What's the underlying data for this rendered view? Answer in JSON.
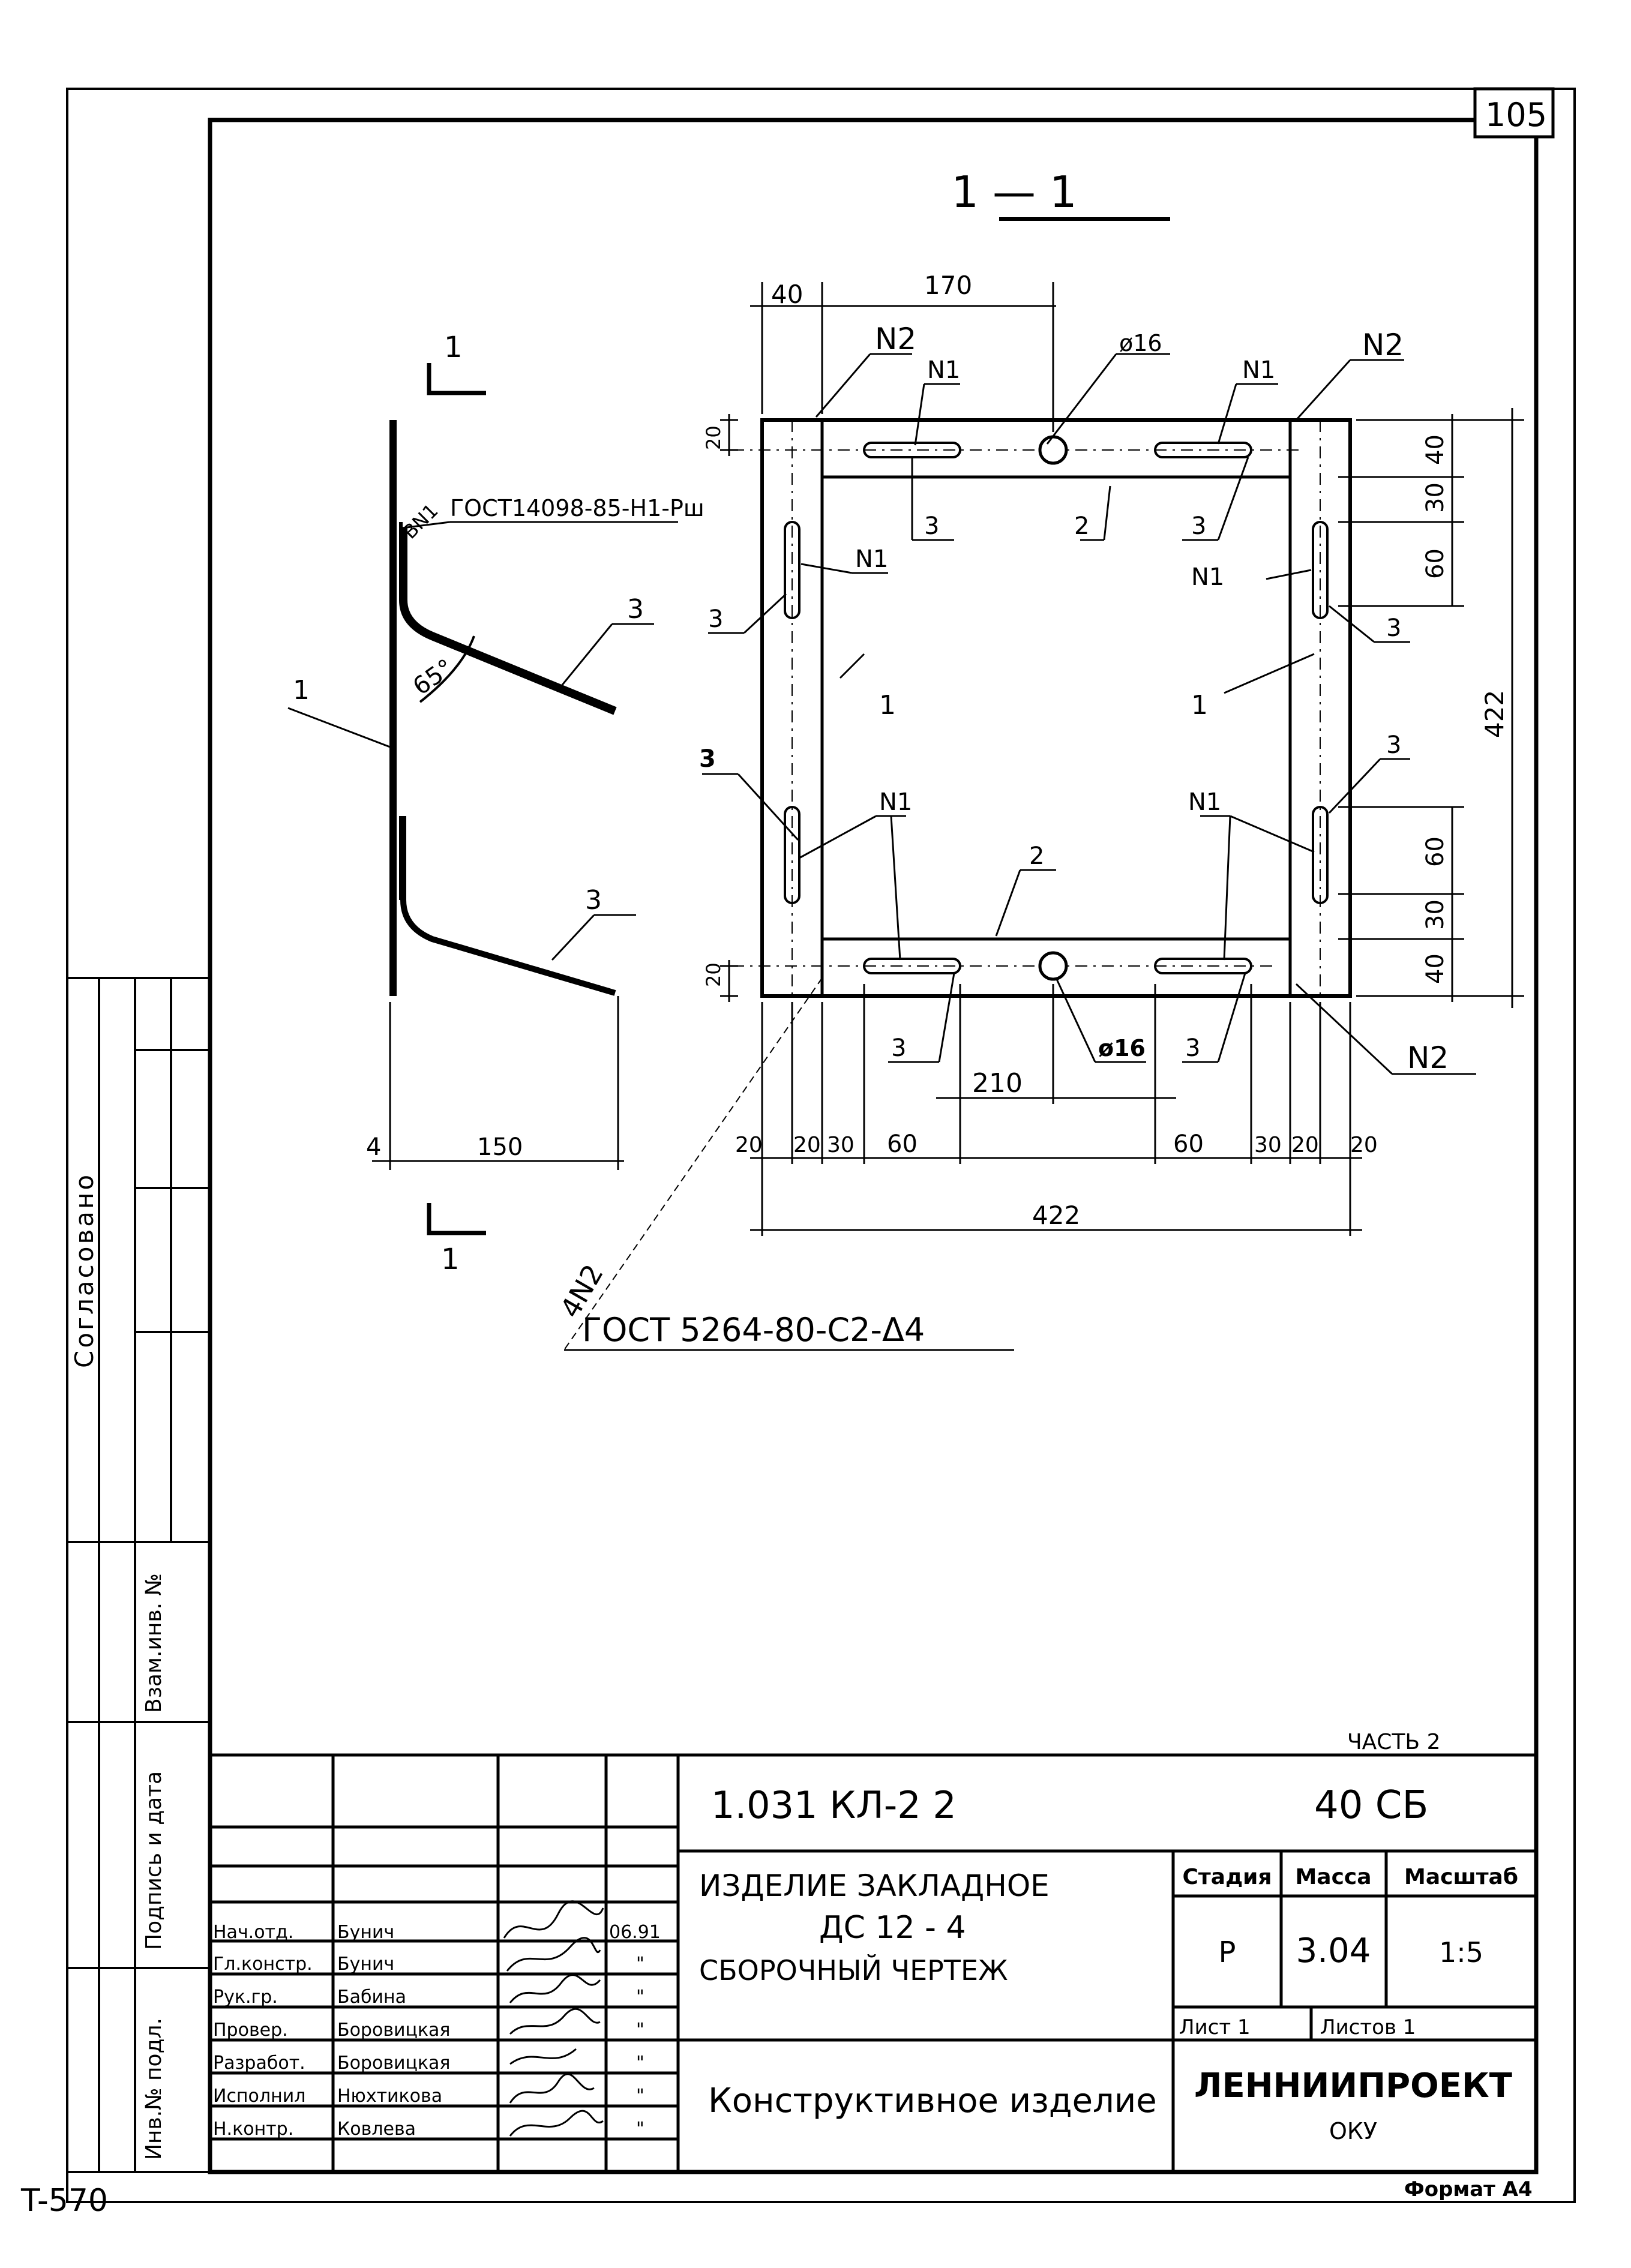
{
  "sheet": {
    "page_number": "105",
    "part": "ЧАСТЬ 2",
    "side_stamp": "T-570",
    "format": "Формат А4"
  },
  "section": {
    "title": "1 — 1",
    "mark_label": "1"
  },
  "side_view": {
    "weld_note": "ГОСТ14098-85-Н1-Рш",
    "weld_mark": "ВN1",
    "angle": "65°",
    "dims": [
      "4",
      "150"
    ],
    "labels": [
      "1",
      "3",
      "3"
    ]
  },
  "plan_view": {
    "top_dims": [
      "40",
      "170"
    ],
    "hole_top": "ø16",
    "hole_bottom": "ø16",
    "right_dims": [
      "40",
      "30",
      "60",
      "60",
      "30",
      "40"
    ],
    "overall_right": "422",
    "left_small_top": "20",
    "left_small_bottom": "20",
    "mid_dim": "210",
    "bottom_dims": [
      "20",
      "20",
      "30",
      "60",
      "60",
      "30",
      "20",
      "20"
    ],
    "overall_bottom": "422",
    "labels": {
      "n1": "N1",
      "n2": "N2",
      "p1": "1",
      "p2": "2",
      "p3": "3"
    }
  },
  "weld_callout": {
    "count": "4N2",
    "text": "ГОСТ 5264-80-С2-Δ4"
  },
  "side_columns": {
    "agreed": "Согласовано",
    "replace_inv": "Взам.инв. №",
    "sign_date": "Подпись и дата",
    "inv_orig": "Инв.№ подл."
  },
  "title_block": {
    "doc_code": "1.031 КЛ-2   2",
    "sheet_code": "40  СБ",
    "name_line1": "ИЗДЕЛИЕ ЗАКЛАДНОЕ",
    "name_line2": "ДС 12 - 4",
    "name_line3": "СБОРОЧНЫЙ ЧЕРТЕЖ",
    "product": "Конструктивное изделие",
    "org": "ЛЕННИИПРОЕКТ",
    "dept": "ОКУ",
    "headers": {
      "stage": "Стадия",
      "mass": "Масса",
      "scale": "Масштаб"
    },
    "values": {
      "stage": "Р",
      "mass": "3.04",
      "scale": "1:5"
    },
    "sheet_label": "Лист 1",
    "sheets_label": "Листов 1",
    "staff": [
      {
        "role": "Нач.отд.",
        "name": "Бунич",
        "date": "06.91"
      },
      {
        "role": "Гл.констр.",
        "name": "Бунич",
        "date": "\""
      },
      {
        "role": "Рук.гр.",
        "name": "Бабина",
        "date": "\""
      },
      {
        "role": "Провер.",
        "name": "Боровицкая",
        "date": "\""
      },
      {
        "role": "Разработ.",
        "name": "Боровицкая",
        "date": "\""
      },
      {
        "role": "Исполнил",
        "name": "Нюхтикова",
        "date": "\""
      },
      {
        "role": "Н.контр.",
        "name": "Ковлева",
        "date": "\""
      }
    ]
  }
}
